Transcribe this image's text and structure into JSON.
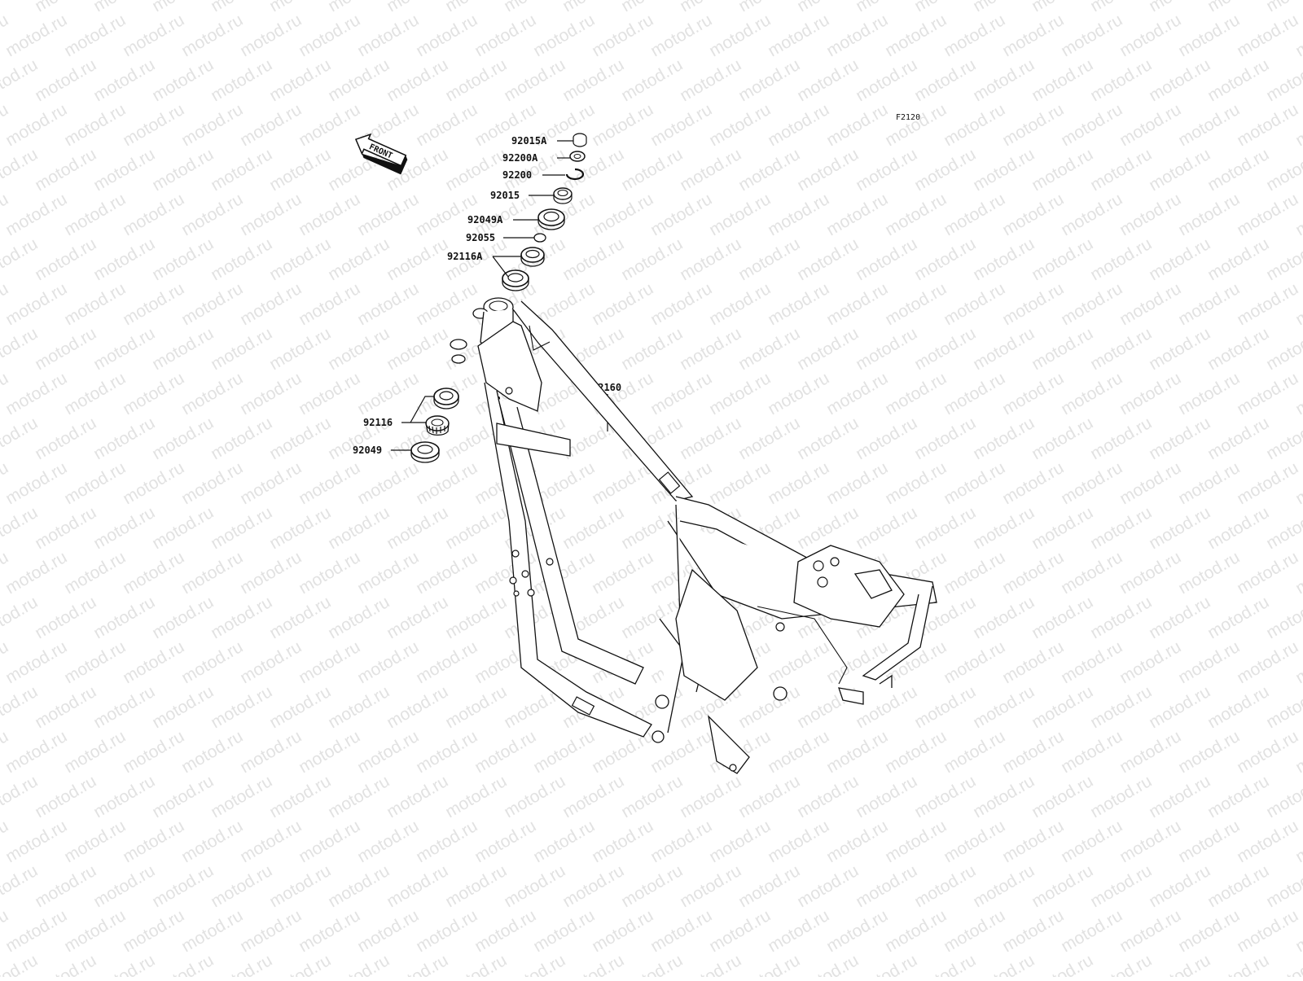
{
  "watermark": "motod.ru",
  "diagram_code": "F2120",
  "front_arrow_label": "FRONT",
  "parts": [
    {
      "id": "p1",
      "number": "92015A"
    },
    {
      "id": "p2",
      "number": "92200A"
    },
    {
      "id": "p3",
      "number": "92200"
    },
    {
      "id": "p4",
      "number": "92015"
    },
    {
      "id": "p5",
      "number": "92049A"
    },
    {
      "id": "p6",
      "number": "92055"
    },
    {
      "id": "p7",
      "number": "92116A"
    },
    {
      "id": "p8",
      "number": "32160"
    },
    {
      "id": "p9",
      "number": "92116"
    },
    {
      "id": "p10",
      "number": "92049"
    }
  ]
}
